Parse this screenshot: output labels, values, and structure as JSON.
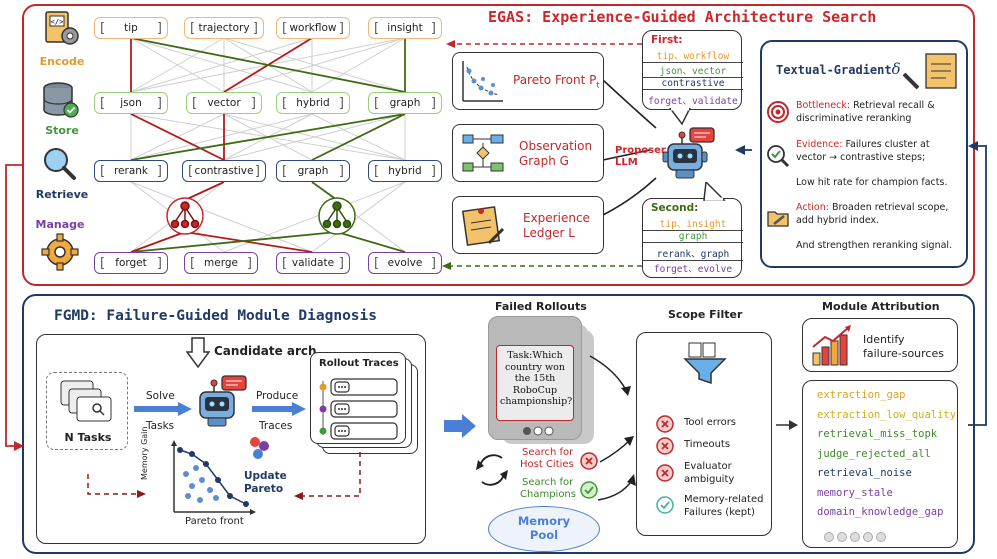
{
  "egas": {
    "title": "EGAS:  Experience-Guided Architecture Search",
    "stages": {
      "encode": "Encode",
      "store": "Store",
      "retrieve": "Retrieve",
      "manage": "Manage"
    },
    "row_encode": [
      "tip",
      "trajectory",
      "workflow",
      "insight"
    ],
    "row_store": [
      "json",
      "vector",
      "hybrid",
      "graph"
    ],
    "row_retrieve": [
      "rerank",
      "contrastive",
      "graph",
      "hybrid"
    ],
    "row_manage": [
      "forget",
      "merge",
      "validate",
      "evolve"
    ],
    "sources": {
      "pareto": "Pareto Front P",
      "pareto_sub": "t",
      "observation_line1": "Observation",
      "observation_line2": "Graph G",
      "ledger_line1": "Experience",
      "ledger_line2": "Ledger L"
    },
    "proposer_line1": "Proposer",
    "proposer_line2": "LLM",
    "first": {
      "title": "First:",
      "lines": [
        "tip、workflow",
        "json、vector",
        "contrastive",
        "forget、validate"
      ]
    },
    "second": {
      "title": "Second:",
      "lines": [
        "tip、insight",
        "graph",
        "rerank、graph",
        "forget、evolve"
      ]
    },
    "textual_gradient": {
      "title": "Textual-Gradient",
      "delta": "δ",
      "bottleneck_label": "Bottleneck:",
      "bottleneck_text1": " Retrieval recall &",
      "bottleneck_text2": "discriminative reranking",
      "evidence_label": "Evidence:",
      "evidence_text1": " Failures cluster at",
      "evidence_text2": "vector → contrastive steps;",
      "evidence_text3": "Low hit rate for champion facts.",
      "action_label": "Action:",
      "action_text1": " Broaden retrieval scope,",
      "action_text2": "add hybrid index.",
      "action_text3": "And strengthen reranking signal."
    }
  },
  "fgmd": {
    "title": "FGMD:  Failure-Guided Module Diagnosis",
    "candidate": "Candidate arch.",
    "n_tasks": "N Tasks",
    "solve": "Solve",
    "tasks": "Tasks",
    "produce": "Produce",
    "traces": "Traces",
    "rollout_traces": "Rollout Traces",
    "memory_gain": "Memory Gain",
    "pareto_front": "Pareto front",
    "update_line1": "Update",
    "update_line2": "Pareto",
    "failed_rollouts": "Failed Rollouts",
    "task_text": "Task:Which country won the 15th RoboCup championship?",
    "search_host_line1": "Search for",
    "search_host_line2": "Host Cities",
    "search_champ_line1": "Search for",
    "search_champ_line2": "Champions",
    "memory_pool_line1": "Memory",
    "memory_pool_line2": "Pool",
    "scope_filter": "Scope Filter",
    "filters": [
      {
        "line1": "Tool errors",
        "line2": "",
        "kept": false
      },
      {
        "line1": "Timeouts",
        "line2": "",
        "kept": false
      },
      {
        "line1": "Evaluator",
        "line2": "ambiguity",
        "kept": false
      },
      {
        "line1": "Memory-related",
        "line2": "Failures (kept)",
        "kept": true
      }
    ],
    "module_attribution": "Module Attribution",
    "identify_line1": "Identify",
    "identify_line2": "failure-sources",
    "failure_sources": [
      {
        "name": "extraction_gap",
        "color": "#d9a420"
      },
      {
        "name": "extraction_low_quality",
        "color": "#c9b21a"
      },
      {
        "name": "retrieval_miss_topk",
        "color": "#3f8a2a"
      },
      {
        "name": "judge_rejected_all",
        "color": "#3f8a2a"
      },
      {
        "name": "retrieval_noise",
        "color": "#1f3a66"
      },
      {
        "name": "memory_stale",
        "color": "#7a3fa5"
      },
      {
        "name": "domain_knowledge_gap",
        "color": "#7a3fa5"
      }
    ]
  },
  "colors": {
    "egas_border": "#c0282c",
    "fgmd_border": "#1f3a66",
    "title_red": "#d0252a"
  }
}
